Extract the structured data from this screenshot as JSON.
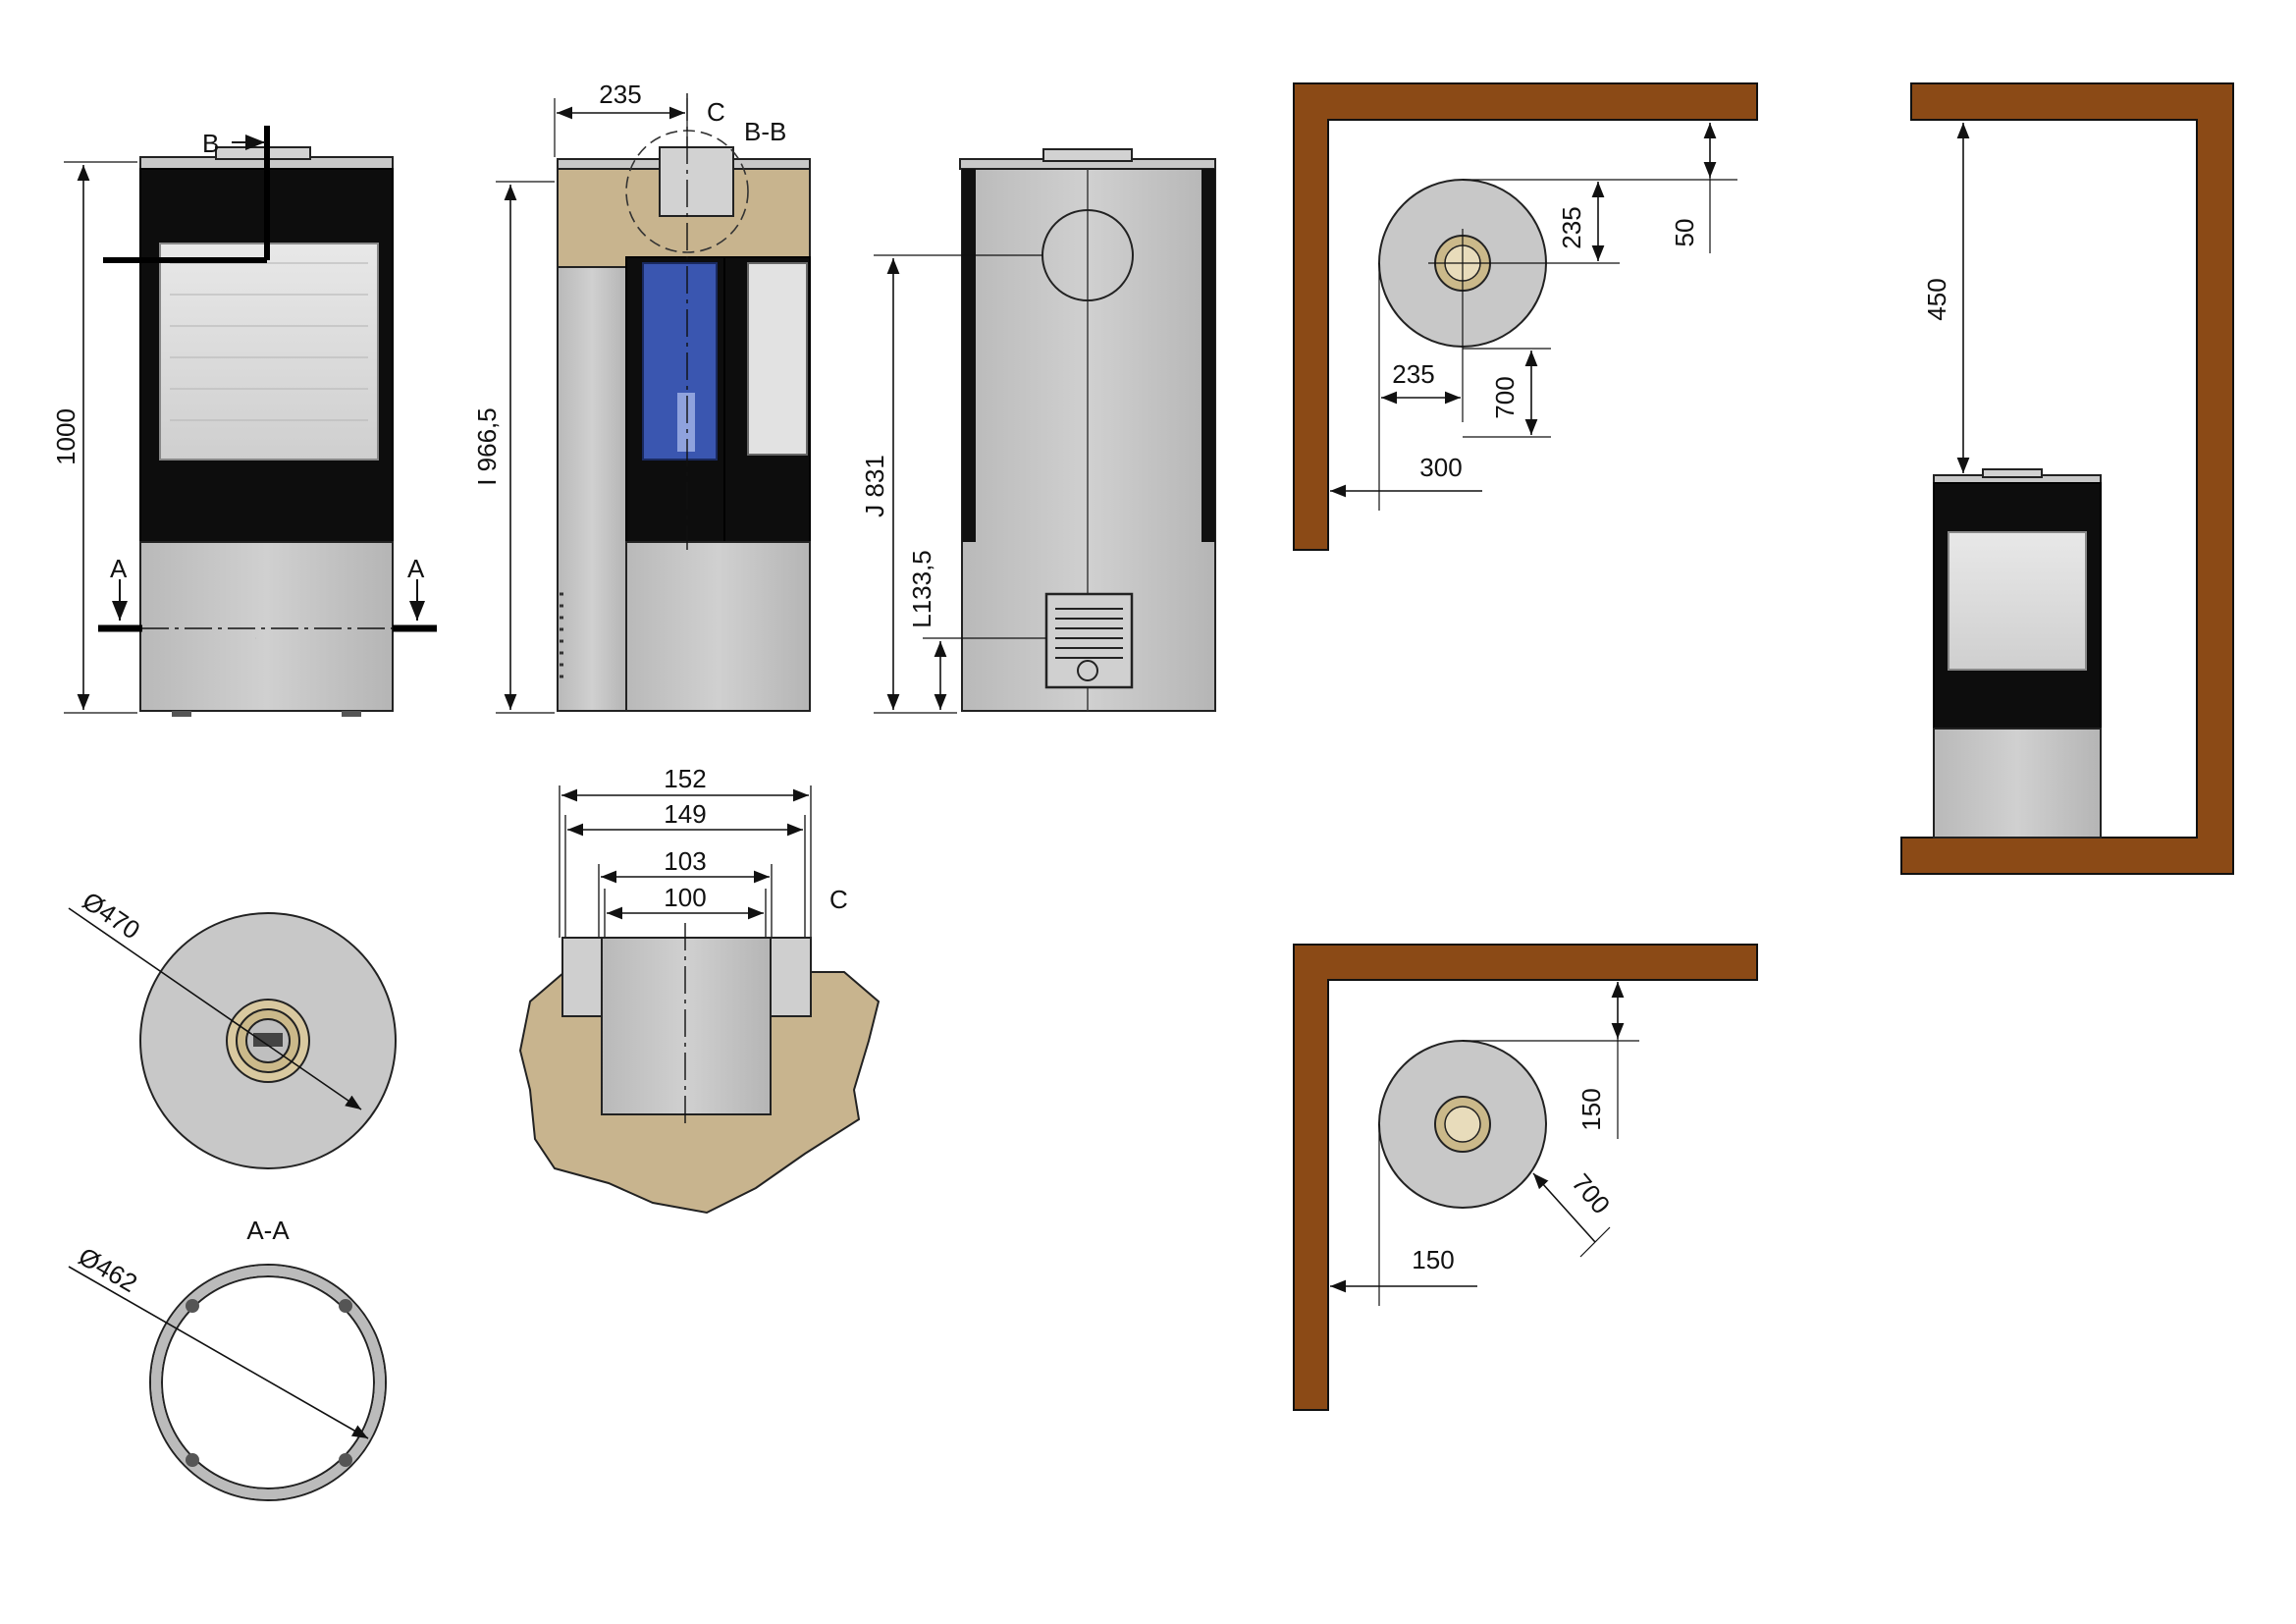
{
  "front_view": {
    "height_label": "1000",
    "section_b": "B",
    "section_a_left": "A",
    "section_a_right": "A"
  },
  "section_view": {
    "width_label": "235",
    "detail_label": "C",
    "section_title": "B-B",
    "height_label": "I 966,5"
  },
  "rear_view": {
    "outlet_height_label": "J 831",
    "inlet_height_label": "L133,5"
  },
  "top_view": {
    "diameter_label": "Ø470"
  },
  "ring_section": {
    "title": "A-A",
    "diameter_label": "Ø462"
  },
  "detail_c": {
    "dims": [
      "152",
      "149",
      "103",
      "100"
    ],
    "label": "C"
  },
  "clearance_parallel": {
    "dims": {
      "back_235": "235",
      "back_50": "50",
      "side_235": "235",
      "front_700": "700",
      "side_300": "300"
    }
  },
  "clearance_side": {
    "ceiling_450": "450"
  },
  "clearance_corner": {
    "dims": {
      "back_150": "150",
      "front_700": "700",
      "side_150": "150"
    }
  },
  "colors": {
    "wall": "#8B4A16",
    "steel": "#c8c8c8",
    "glass_blue": "#3a56b0",
    "insulation": "#c8b48e"
  }
}
